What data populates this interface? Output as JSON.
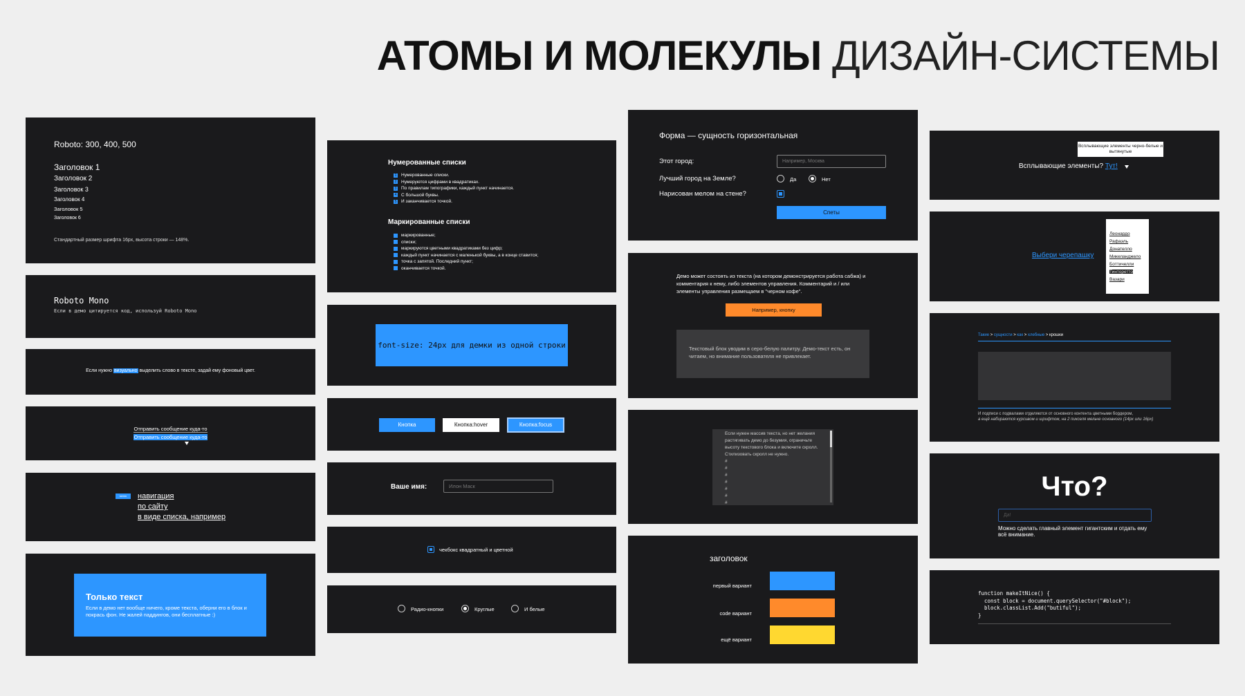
{
  "title": {
    "bold": "АТОМЫ И МОЛЕКУЛЫ",
    "light": "ДИЗАЙН-СИСТЕМЫ"
  },
  "col1": {
    "fonts": {
      "roboto": "Roboto: 300, 400, 500",
      "h1": "Заголовок 1",
      "h2": "Заголовок 2",
      "h3": "Заголовок 3",
      "h4": "Заголовок 4",
      "h5": "Заголовок 5",
      "h6": "Заголовок 6",
      "std": "Стандартный размер шрифта 16px, высота строки — 148%."
    },
    "mono": {
      "title": "Roboto Mono",
      "text": "Если в демо цитируется код, используй Roboto Mono"
    },
    "highlight": {
      "before": "Если нужно ",
      "word": "визуально",
      "after": " выделить слово в тексте, задай ему фоновый цвет."
    },
    "send": {
      "link": "Отправить сообщение куда-то",
      "selected": "Отправить сообщение куда-то"
    },
    "nav": {
      "badge": "меню",
      "items": [
        "навигация",
        "по сайту",
        "в виде списка, например"
      ]
    },
    "only_text": {
      "heading": "Только текст",
      "body": "Если в демо нет вообще ничего, кроме текста, оберни его в блок и покрась фон. Не жалей паддингов, они бесплатные :)"
    }
  },
  "col2": {
    "lists": {
      "numbered_title": "Нумерованные списки",
      "numbered": [
        "Нумерованные списки.",
        "Нумеруются цифрами в квадратиках.",
        "По правилам типографики, каждый пункт начинается.",
        "С большой буквы.",
        "И заканчивается точкой."
      ],
      "bulleted_title": "Маркированные списки",
      "bulleted": [
        "маркированные;",
        "списки;",
        "маркируются цветными квадратиками без цифр;",
        "каждый пункт начинается с маленькой буквы, а в конце ставится;",
        "точка с запятой. Последний пункт;",
        "оканчивается точкой."
      ]
    },
    "font_size": "font-size: 24px для демки из одной строки",
    "buttons": {
      "default": "Кнопка",
      "hover": "Кнопка:hover",
      "focus": "Кнопка:focus"
    },
    "name_field": {
      "label": "Ваше имя:",
      "placeholder": "Илон Маск"
    },
    "checkbox": {
      "label": "чекбокс квадратный и цветной"
    },
    "radios": {
      "r1": "Радио-кнопки",
      "r2": "Круглые",
      "r3": "И белые"
    }
  },
  "col3": {
    "form": {
      "title": "Форма — сущность горизонтальная",
      "city_label": "Этот город:",
      "city_placeholder": "Например, Москва",
      "best_label": "Лучший город на Земле?",
      "yes": "Да",
      "no": "Нет",
      "chalk_label": "Нарисован мелом на стене?",
      "submit": "Спеты"
    },
    "demo": {
      "text": "Демо может состоять из текста (на котором демонстрируется работа сабжа) и комментария к нему, либо элементов управления. Комментарий и / или элементы управления размещаем в \"черном кофе\".",
      "button": "Например, кнопку",
      "gray": "Текстовый блок уводим в серо-белую палитру. Демо-текст есть, он читаем, но внимание пользователя не привлекает."
    },
    "scroll": {
      "text": "Если нужен массив текста, но нет желания растягивать демо до безумия, ограничьте высоту текстового блока и включите скролл. Стилизовать скролл не нужно.",
      "hashes": [
        "#",
        "#",
        "#",
        "#",
        "#",
        "#",
        "#"
      ]
    },
    "swatches": {
      "heading": "заголовок",
      "v1": "первый вариант",
      "v2": "code вариант",
      "v3": "ещё вариант",
      "colors": {
        "blue": "#2d96ff",
        "orange": "#ff8a2b",
        "yellow": "#ffd830"
      }
    }
  },
  "col4": {
    "tooltip": {
      "tip": "Всплывающие элементы черно-белые и вытянутые",
      "text": "Всплывающие элементы? ",
      "link": "Тут!"
    },
    "turtle": {
      "link": "Выбери черепашку",
      "options": [
        "Леонардо",
        "Рафаэль",
        "Донателло",
        "Микеланджело",
        "Боттичелли",
        "Тинторетто",
        "Вазари"
      ]
    },
    "breadcrumbs": {
      "items": [
        "Такие",
        "сущности",
        "как",
        "хлебные",
        "крошки"
      ],
      "sep": " > ",
      "caption1": "И подписи с подвалами отделяются от основного контента цветными бордером,",
      "caption2": "а ещё набираются курсивом и шрифтом, на 2 пикселя мельче основного (14px или 16px)"
    },
    "giant": {
      "text": "Что?",
      "placeholder": "Да!",
      "caption": "Можно сделать главный элемент гигантским и отдать ему всё внимание."
    },
    "code": "function makeItNice() {\n  const block = document.querySelector(\"#block\");\n  block.classList.Add(\"butiful\");\n}"
  }
}
